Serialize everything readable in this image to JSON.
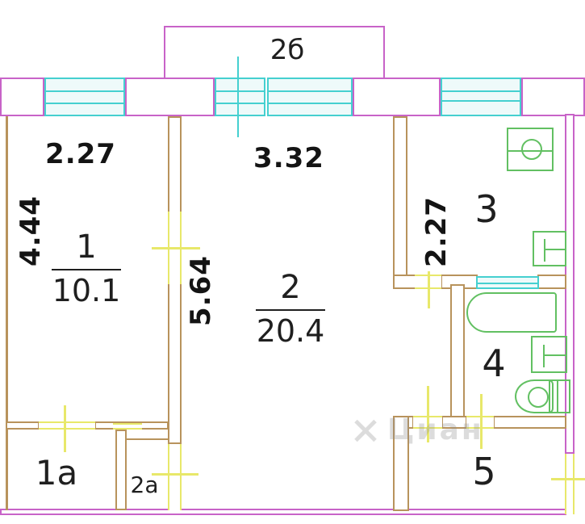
{
  "plan_type": "apartment-floor-plan",
  "balcony": {
    "label": "2б"
  },
  "rooms": {
    "r1": {
      "number": "1",
      "area": "10.1"
    },
    "r2": {
      "number": "2",
      "area": "20.4"
    },
    "r3": {
      "number": "3"
    },
    "r4": {
      "number": "4"
    },
    "r5": {
      "number": "5"
    },
    "r1a": {
      "number": "1а"
    },
    "r2a": {
      "number": "2а"
    }
  },
  "dimensions": {
    "room1_width_m": "2.27",
    "room2_width_m": "3.32",
    "room1_depth_m": "4.44",
    "room2_depth_m": "5.64",
    "room3_depth_m": "2.27"
  },
  "fixtures": [
    "sink-unit",
    "wash-basin",
    "bathtub",
    "wash-basin",
    "toilet"
  ],
  "watermark": {
    "text": "Циан"
  },
  "colors": {
    "outer_wall": "#c863c8",
    "inner_wall": "#b8935c",
    "window": "#45d0d0",
    "door_marker": "#e8e86a",
    "fixture": "#62c062",
    "label_text": "#141414"
  }
}
